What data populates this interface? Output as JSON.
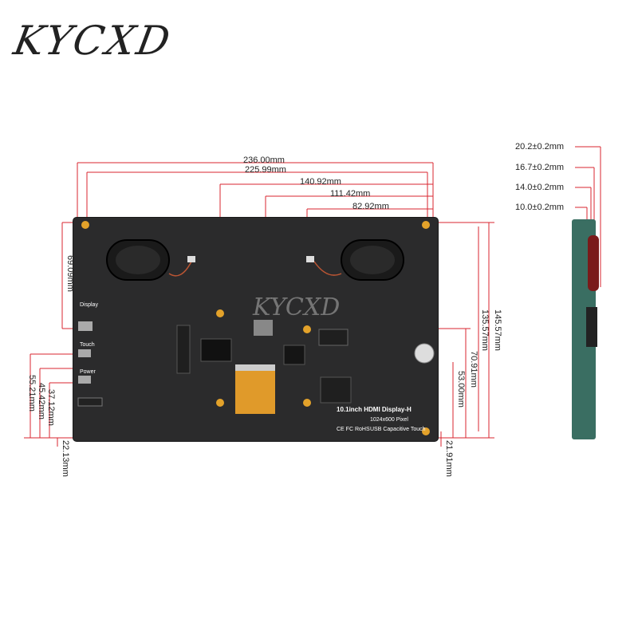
{
  "logo": {
    "text": "KYCXD"
  },
  "watermark": {
    "text": "KYCXD"
  },
  "board": {
    "title": "10.1inch HDMI Display-H",
    "subtitle": "1024x600 Pixel",
    "touch_text": "USB Capacitive Touch",
    "display_label": "Display",
    "touch_label": "Touch",
    "power_label": "Power",
    "cert_marks": "CE FC RoHS"
  },
  "dimensions": {
    "top": [
      "236.00mm",
      "225.99mm",
      "140.92mm",
      "111.42mm",
      "82.92mm"
    ],
    "left": [
      "69.09mm",
      "55.21mm",
      "45.42mm",
      "37.12mm",
      "22.13mm"
    ],
    "right": [
      "145.57mm",
      "135.57mm",
      "70.91mm",
      "53.00mm",
      "21.91mm"
    ],
    "side": [
      "20.2±0.2mm",
      "16.7±0.2mm",
      "14.0±0.2mm",
      "10.0±0.2mm"
    ]
  },
  "colors": {
    "dimension_line": "#d9252f",
    "board": "#2b2b2c",
    "mount_hole": "#e3a22a"
  }
}
